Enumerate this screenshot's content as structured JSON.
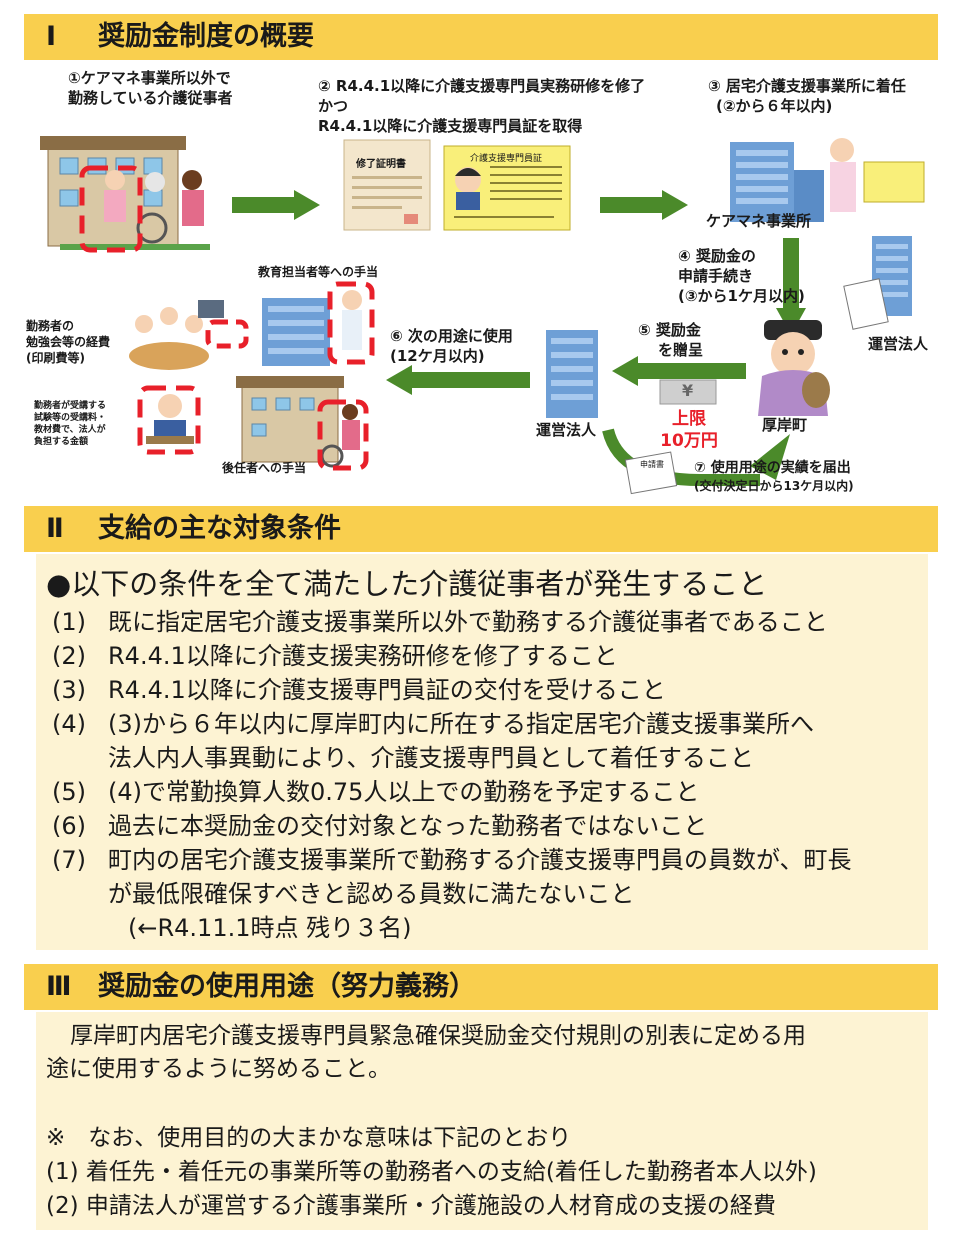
{
  "section1": {
    "number": "Ⅰ",
    "title": "奨励金制度の概要",
    "step1": [
      "①ケアマネ事業所以外で",
      "勤務している介護従事者"
    ],
    "step2": [
      "② R4.4.1以降に介護支援専門員実務研修を修了",
      "かつ",
      "R4.4.1以降に介護支援専門員証を取得"
    ],
    "step3": [
      "③ 居宅介護支援事業所に着任",
      "(②から６年以内)"
    ],
    "caremane_office": "ケアマネ事業所",
    "cert_title": "修了証明書",
    "card_title": "介護支援専門員証",
    "step4": [
      "④ 奨励金の",
      "申請手続き",
      "(③から1ケ月以内)"
    ],
    "operator_right": "運営法人",
    "step5": [
      "⑤ 奨励金",
      "を贈呈"
    ],
    "yen_symbol": "¥",
    "limit": [
      "上限",
      "10万円"
    ],
    "town": "厚岸町",
    "operator_center": "運営法人",
    "step6": [
      "⑥ 次の用途に使用",
      "(12ケ月以内)"
    ],
    "step7": [
      "⑦ 使用用途の実績を届出",
      "(交付決定日から13ケ月以内)"
    ],
    "use_educator": "教育担当者等への手当",
    "use_study": [
      "勤務者の",
      "勉強会等の経費",
      "(印刷費等)"
    ],
    "use_exam": [
      "勤務者が受講する",
      "試験等の受講料・",
      "教材費で、法人が",
      "負担する金額"
    ],
    "use_successor": "後任者への手当",
    "form_label": "申請書"
  },
  "section2": {
    "number": "Ⅱ",
    "title": "支給の主な対象条件",
    "lead": "●以下の条件を全て満たした介護従事者が発生すること",
    "items": [
      {
        "n": "(1)",
        "text": "既に指定居宅介護支援事業所以外で勤務する介護従事者であること"
      },
      {
        "n": "(2)",
        "text": "R4.4.1以降に介護支援実務研修を修了すること"
      },
      {
        "n": "(3)",
        "text": "R4.4.1以降に介護支援専門員証の交付を受けること"
      },
      {
        "n": "(4)",
        "text": "(3)から６年以内に厚岸町内に所在する指定居宅介護支援事業所へ"
      },
      {
        "n": "",
        "text": "法人内人事異動により、介護支援専門員として着任すること"
      },
      {
        "n": "(5)",
        "text": "(4)で常勤換算人数0.75人以上での勤務を予定すること"
      },
      {
        "n": "(6)",
        "text": "過去に本奨励金の交付対象となった勤務者ではないこと"
      },
      {
        "n": "(7)",
        "text": "町内の居宅介護支援事業所で勤務する介護支援専門員の員数が、町長"
      },
      {
        "n": "",
        "text": "が最低限確保すべきと認める員数に満たないこと"
      },
      {
        "n": "",
        "text": "(←R4.11.1時点 残り３名)"
      }
    ]
  },
  "section3": {
    "number": "Ⅲ",
    "title": "奨励金の使用用途（努力義務）",
    "para": [
      "厚岸町内居宅介護支援専門員緊急確保奨励金交付規則の別表に定める用",
      "途に使用するように努めること。"
    ],
    "note": "※　なお、使用目的の大まかな意味は下記のとおり",
    "uses": [
      "(1) 着任先・着任元の事業所等の勤務者への支給(着任した勤務者本人以外)",
      "(2) 申請法人が運営する介護事業所・介護施設の人材育成の支援の経費"
    ]
  },
  "colors": {
    "header_bg": "#f9cf4e",
    "box_bg": "#fdf3d3",
    "arrow_green": "#4b8a2a",
    "limit_red": "#e8202a"
  }
}
